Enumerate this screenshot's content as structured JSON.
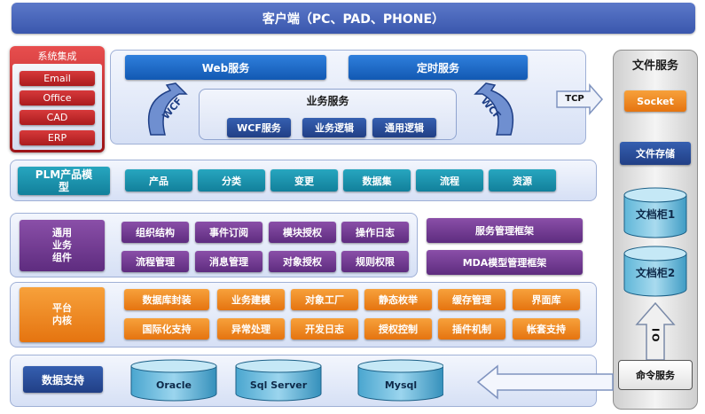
{
  "header": {
    "title": "客户端（PC、PAD、PHONE）"
  },
  "system_integration": {
    "title": "系统集成",
    "items": [
      "Email",
      "Office",
      "CAD",
      "ERP"
    ]
  },
  "services": {
    "web": "Web服务",
    "timer": "定时服务",
    "business_title": "业务服务",
    "business_items": [
      "WCF服务",
      "业务逻辑",
      "通用逻辑"
    ],
    "wcf_left": "WCF",
    "wcf_right": "WCF"
  },
  "tcp_label": "TCP",
  "plm": {
    "title": "PLM产品模型",
    "items": [
      "产品",
      "分类",
      "变更",
      "数据集",
      "流程",
      "资源"
    ]
  },
  "common": {
    "title": "通用业务组件",
    "items": [
      "组织结构",
      "事件订阅",
      "模块授权",
      "操作日志",
      "流程管理",
      "消息管理",
      "对象授权",
      "规则权限"
    ],
    "frameworks": [
      "服务管理框架",
      "MDA模型管理框架"
    ]
  },
  "platform": {
    "title": "平台内核",
    "items": [
      "数据库封装",
      "业务建模",
      "对象工厂",
      "静态枚举",
      "缓存管理",
      "界面库",
      "国际化支持",
      "异常处理",
      "开发日志",
      "授权控制",
      "插件机制",
      "帐套支持"
    ]
  },
  "data_support": {
    "title": "数据支持",
    "databases": [
      "Oracle",
      "Sql Server",
      "Mysql"
    ]
  },
  "file_service": {
    "title": "文件服务",
    "socket": "Socket",
    "storage": "文件存储",
    "cabinets": [
      "文档柜1",
      "文档柜2"
    ],
    "io": "IO",
    "command": "命令服务"
  }
}
